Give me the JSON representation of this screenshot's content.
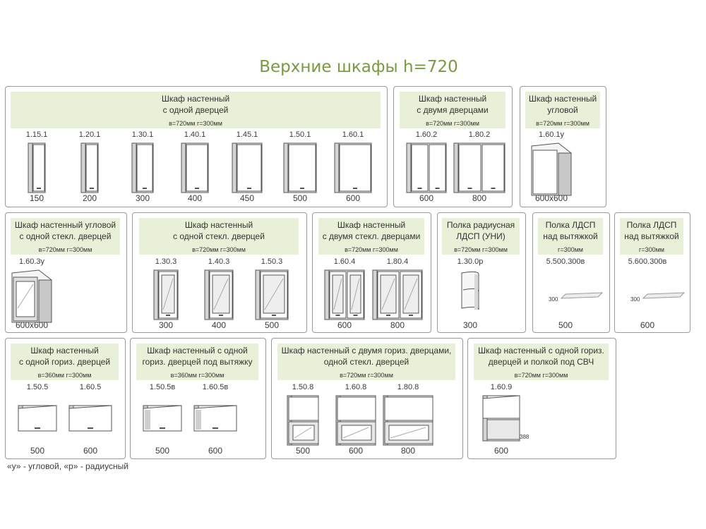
{
  "page": {
    "title": "Верхние шкафы h=720",
    "note": "«у» - угловой, «р» - радиусный"
  },
  "groups": [
    {
      "title1": "Шкаф настенный",
      "title2": "с одной дверцей",
      "dims": "в=720мм г=300мм",
      "items": [
        {
          "code": "1.15.1",
          "size": "150"
        },
        {
          "code": "1.20.1",
          "size": "200"
        },
        {
          "code": "1.30.1",
          "size": "300"
        },
        {
          "code": "1.40.1",
          "size": "400"
        },
        {
          "code": "1.45.1",
          "size": "450"
        },
        {
          "code": "1.50.1",
          "size": "500"
        },
        {
          "code": "1.60.1",
          "size": "600"
        }
      ]
    },
    {
      "title1": "Шкаф настенный",
      "title2": "с двумя дверцами",
      "dims": "в=720мм г=300мм",
      "items": [
        {
          "code": "1.60.2",
          "size": "600"
        },
        {
          "code": "1.80.2",
          "size": "800"
        }
      ]
    },
    {
      "title1": "Шкаф настенный",
      "title2": "угловой",
      "dims": "в=720мм г=300мм",
      "items": [
        {
          "code": "1.60.1у",
          "size": "600х600"
        }
      ]
    },
    {
      "title1": "Шкаф настенный угловой",
      "title2": "с одной стекл. дверцей",
      "dims": "в=720мм г=300мм",
      "items": [
        {
          "code": "1.60.3у",
          "size": "600х600"
        }
      ]
    },
    {
      "title1": "Шкаф настенный",
      "title2": "с одной стекл. дверцей",
      "dims": "в=720мм г=300мм",
      "items": [
        {
          "code": "1.30.3",
          "size": "300"
        },
        {
          "code": "1.40.3",
          "size": "400"
        },
        {
          "code": "1.50.3",
          "size": "500"
        }
      ]
    },
    {
      "title1": "Шкаф настенный",
      "title2": "с двумя стекл. дверцами",
      "dims": "в=720мм г=300мм",
      "items": [
        {
          "code": "1.60.4",
          "size": "600"
        },
        {
          "code": "1.80.4",
          "size": "800"
        }
      ]
    },
    {
      "title1": "Полка радиусная",
      "title2": "ЛДСП (УНИ)",
      "dims": "в=720мм г=300мм",
      "items": [
        {
          "code": "1.30.0р",
          "size": "300"
        }
      ]
    },
    {
      "title1": "Полка ЛДСП",
      "title2": "над вытяжкой",
      "dims": "г=300мм",
      "items": [
        {
          "code": "5.500.300в",
          "size": "500"
        }
      ],
      "depth": "300"
    },
    {
      "title1": "Полка ЛДСП",
      "title2": "над вытяжкой",
      "dims": "г=300мм",
      "items": [
        {
          "code": "5.600.300в",
          "size": "600"
        }
      ],
      "depth": "300"
    },
    {
      "title1": "Шкаф настенный",
      "title2": "с одной гориз. дверцей",
      "dims": "в=360мм г=300мм",
      "items": [
        {
          "code": "1.50.5",
          "size": "500"
        },
        {
          "code": "1.60.5",
          "size": "600"
        }
      ]
    },
    {
      "title1": "Шкаф настенный с одной",
      "title2": "гориз. дверцей под вытяжку",
      "dims": "в=360мм г=300мм",
      "items": [
        {
          "code": "1.50.5в",
          "size": "500"
        },
        {
          "code": "1.60.5в",
          "size": "600"
        }
      ]
    },
    {
      "title1": "Шкаф настенный с двумя гориз. дверцами,",
      "title2": "одной стекл. дверцей",
      "dims": "в=720мм г=300мм",
      "items": [
        {
          "code": "1.50.8",
          "size": "500"
        },
        {
          "code": "1.60.8",
          "size": "600"
        },
        {
          "code": "1.80.8",
          "size": "800"
        }
      ]
    },
    {
      "title1": "Шкаф настенный с одной гориз.",
      "title2": "дверцей и полкой под СВЧ",
      "dims": "в=720мм г=300мм",
      "items": [
        {
          "code": "1.60.9",
          "size": "600"
        }
      ],
      "depth": "388"
    }
  ],
  "colors": {
    "accent": "#7a9b3c",
    "header_bg": "#e8f0d8",
    "border": "#9a9a9a"
  }
}
